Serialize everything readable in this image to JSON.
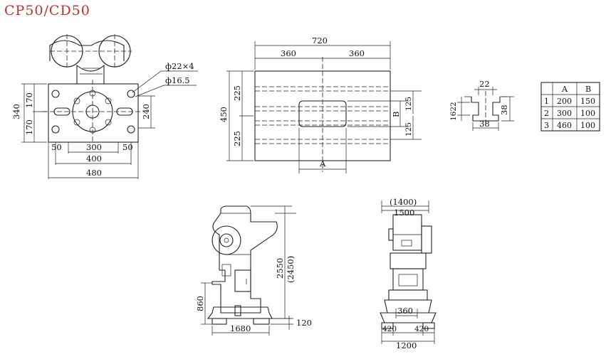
{
  "title": "CP50/CD50",
  "base_plan": {
    "dims": {
      "height_total": "340",
      "half_upper": "170",
      "half_lower": "170",
      "slot_height": "240",
      "edge_left": "50",
      "edge_right": "50",
      "hole_span": "300",
      "inner_width": "400",
      "outer_width": "480",
      "hole_callout_1": "ф22×4",
      "hole_callout_2": "ф16.5"
    }
  },
  "bolster_plate": {
    "dims": {
      "width_total": "720",
      "half_left": "360",
      "half_right": "360",
      "height_total": "450",
      "half_upper": "225",
      "half_lower": "225",
      "opening_width_label": "A",
      "opening_height_label": "B",
      "slot_spacing_upper": "125",
      "slot_spacing_lower": "125"
    }
  },
  "t_slot": {
    "dims": {
      "top_width": "22",
      "bottom_width": "38",
      "side_height": "38",
      "left_label": "1622"
    }
  },
  "size_table": {
    "headers": [
      "",
      "A",
      "B"
    ],
    "rows": [
      [
        "1",
        "200",
        "150"
      ],
      [
        "2",
        "300",
        "100"
      ],
      [
        "3",
        "460",
        "100"
      ]
    ]
  },
  "side_view": {
    "dims": {
      "total_height": "2550",
      "alt_height": "(2450)",
      "table_height": "860",
      "base_width": "1680",
      "base_offset": "120"
    }
  },
  "front_view": {
    "dims": {
      "alt_width": "(1400)",
      "top_width": "1500",
      "center_width": "360",
      "foot_left": "420",
      "foot_right": "420",
      "base_width": "1200"
    }
  }
}
